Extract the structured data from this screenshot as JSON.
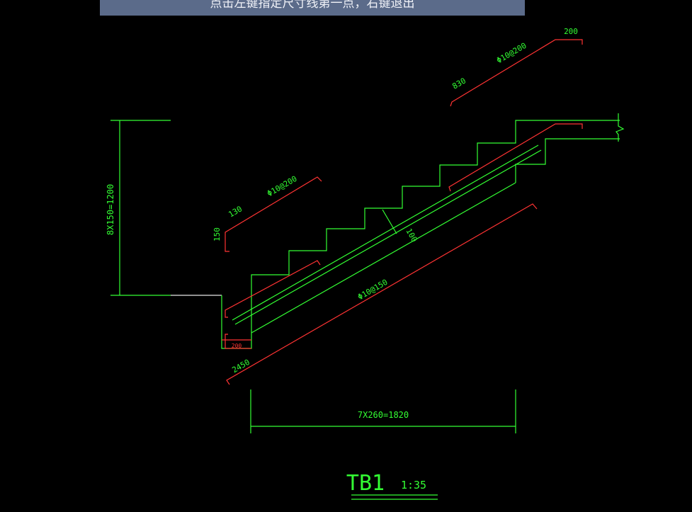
{
  "command_prompt": "点击左键指定尺寸线第一点，右键退出",
  "colors": {
    "background": "#000000",
    "outline": "#33ff33",
    "rebar": "#ff3333",
    "prompt_bar": "#5b6b8a"
  },
  "dimensions": {
    "height_total": "8X150=1200",
    "run_total": "7X260=1820",
    "slab_thickness": "100",
    "bottom_landing_width": "200"
  },
  "rebar_labels": {
    "top_lower": "Φ10@200",
    "top_lower_length": "130",
    "top_lower_hook": "150",
    "top_upper": "Φ10@200",
    "top_upper_length": "830",
    "top_upper_hook": "200",
    "bottom_main": "Φ10@150",
    "bottom_main_length": "2450"
  },
  "title": {
    "name": "TB1",
    "scale": "1:35"
  }
}
